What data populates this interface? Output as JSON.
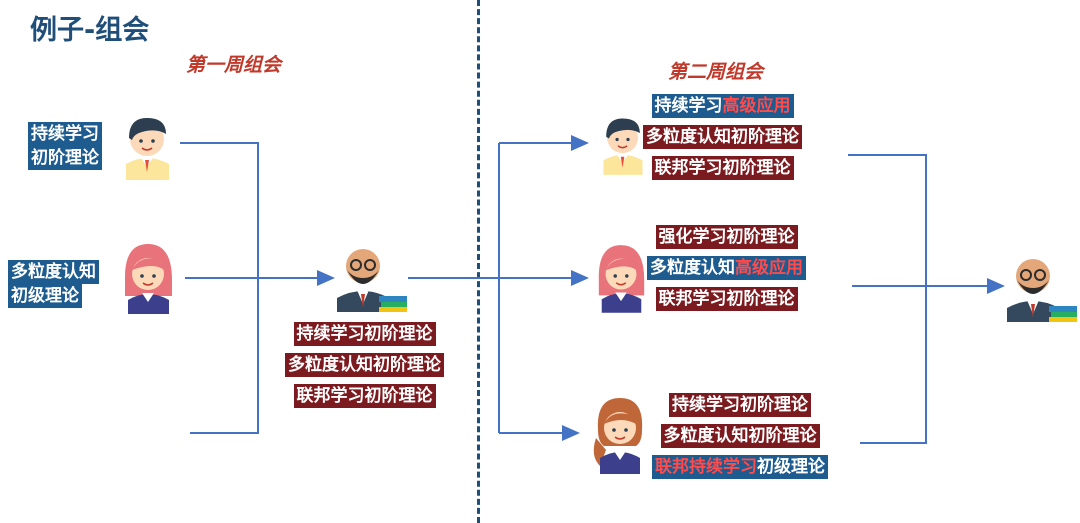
{
  "title": "例子-组会",
  "week1": {
    "heading": "第一周组会",
    "students": [
      {
        "lines": [
          "持续学习",
          "初阶理论"
        ]
      },
      {
        "lines": [
          "多粒度认知",
          "初级理论"
        ]
      }
    ],
    "results": [
      "持续学习初阶理论",
      "多粒度认知初阶理论",
      "联邦学习初阶理论"
    ]
  },
  "week2": {
    "heading": "第二周组会",
    "student1": {
      "l1a": "持续学习",
      "l1b": "高级应用",
      "l2": "多粒度认知初阶理论",
      "l3": "联邦学习初阶理论"
    },
    "student2": {
      "l1": "强化学习初阶理论",
      "l2a": "多粒度认知",
      "l2b": "高级应用",
      "l3": "联邦学习初阶理论"
    },
    "student3": {
      "l1": "持续学习初阶理论",
      "l2": "多粒度认知初阶理论",
      "l3a": "联邦持续学习",
      "l3b": "初级理论"
    }
  },
  "colors": {
    "blue_tag": "#1e5b8f",
    "red_tag": "#7b1b1f",
    "highlight": "#ff4b4b",
    "arrow": "#4472c4"
  }
}
